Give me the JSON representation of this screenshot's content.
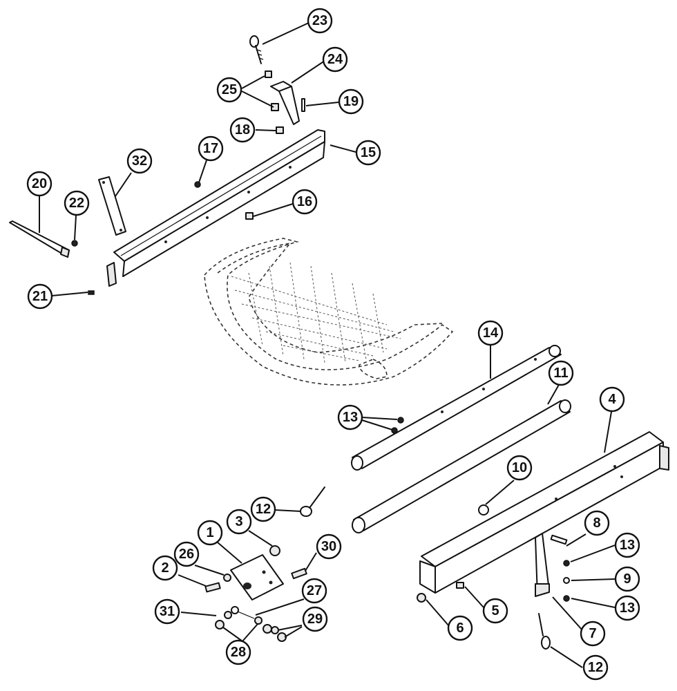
{
  "colors": {
    "line": "#111111",
    "background": "#ffffff"
  },
  "callouts": [
    {
      "id": "c23",
      "label": "23"
    },
    {
      "id": "c24",
      "label": "24"
    },
    {
      "id": "c25",
      "label": "25"
    },
    {
      "id": "c19",
      "label": "19"
    },
    {
      "id": "c18",
      "label": "18"
    },
    {
      "id": "c15",
      "label": "15"
    },
    {
      "id": "c17",
      "label": "17"
    },
    {
      "id": "c32",
      "label": "32"
    },
    {
      "id": "c20",
      "label": "20"
    },
    {
      "id": "c22",
      "label": "22"
    },
    {
      "id": "c16",
      "label": "16"
    },
    {
      "id": "c21",
      "label": "21"
    },
    {
      "id": "c14",
      "label": "14"
    },
    {
      "id": "c11",
      "label": "11"
    },
    {
      "id": "c4",
      "label": "4"
    },
    {
      "id": "c13a",
      "label": "13"
    },
    {
      "id": "c10",
      "label": "10"
    },
    {
      "id": "c12a",
      "label": "12"
    },
    {
      "id": "c3",
      "label": "3"
    },
    {
      "id": "c1",
      "label": "1"
    },
    {
      "id": "c26",
      "label": "26"
    },
    {
      "id": "c2",
      "label": "2"
    },
    {
      "id": "c30",
      "label": "30"
    },
    {
      "id": "c27",
      "label": "27"
    },
    {
      "id": "c31",
      "label": "31"
    },
    {
      "id": "c29",
      "label": "29"
    },
    {
      "id": "c28",
      "label": "28"
    },
    {
      "id": "c8",
      "label": "8"
    },
    {
      "id": "c13b",
      "label": "13"
    },
    {
      "id": "c9",
      "label": "9"
    },
    {
      "id": "c13c",
      "label": "13"
    },
    {
      "id": "c5",
      "label": "5"
    },
    {
      "id": "c6",
      "label": "6"
    },
    {
      "id": "c7",
      "label": "7"
    },
    {
      "id": "c12b",
      "label": "12"
    }
  ]
}
